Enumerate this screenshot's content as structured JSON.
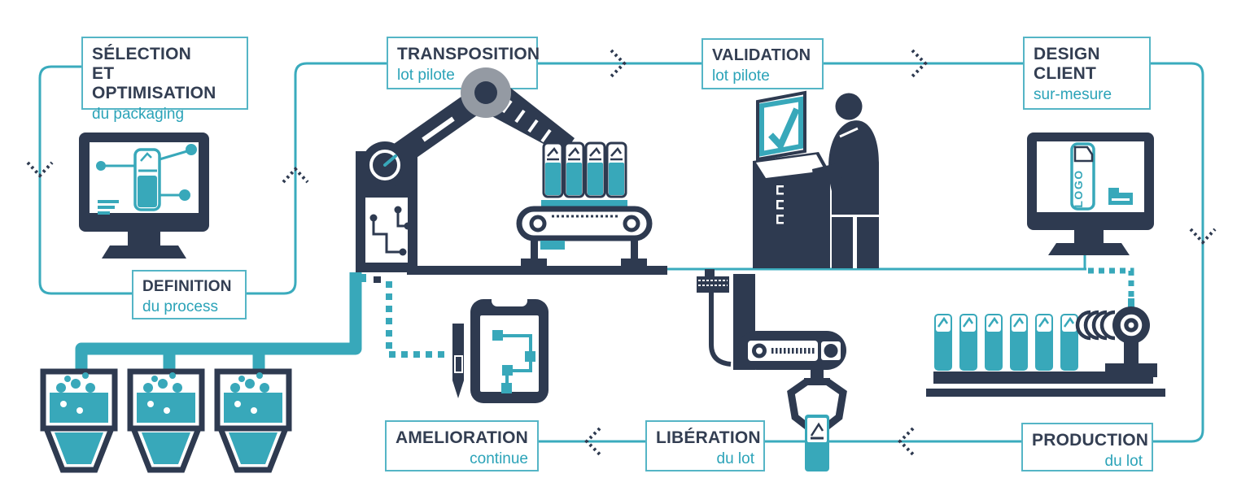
{
  "palette": {
    "navy": "#2e3a50",
    "teal_fill": "#38a8ba",
    "teal_line": "#3aabbd",
    "teal_text": "#2ba3b8",
    "title_text": "#333e52",
    "gray": "#949aa3",
    "box_border": "#55b5c6",
    "box_bg": "#ffffff"
  },
  "boxes": {
    "selection": {
      "title1": "SÉLECTION",
      "title2": "ET OPTIMISATION",
      "subtitle": "du packaging"
    },
    "transposition": {
      "title": "TRANSPOSITION",
      "subtitle": "lot pilote"
    },
    "validation": {
      "title": "VALIDATION",
      "subtitle": "lot pilote"
    },
    "design": {
      "title1": "DESIGN",
      "title2": "CLIENT",
      "subtitle": "sur-mesure"
    },
    "definition": {
      "title": "DEFINITION",
      "subtitle": "du process"
    },
    "amelioration": {
      "title": "AMELIORATION",
      "subtitle": "continue"
    },
    "liberation": {
      "title": "LIBÉRATION",
      "subtitle": "du lot"
    },
    "production": {
      "title": "PRODUCTION",
      "subtitle": "du lot"
    }
  },
  "monitor_right": {
    "screen_label": "LOGO"
  }
}
